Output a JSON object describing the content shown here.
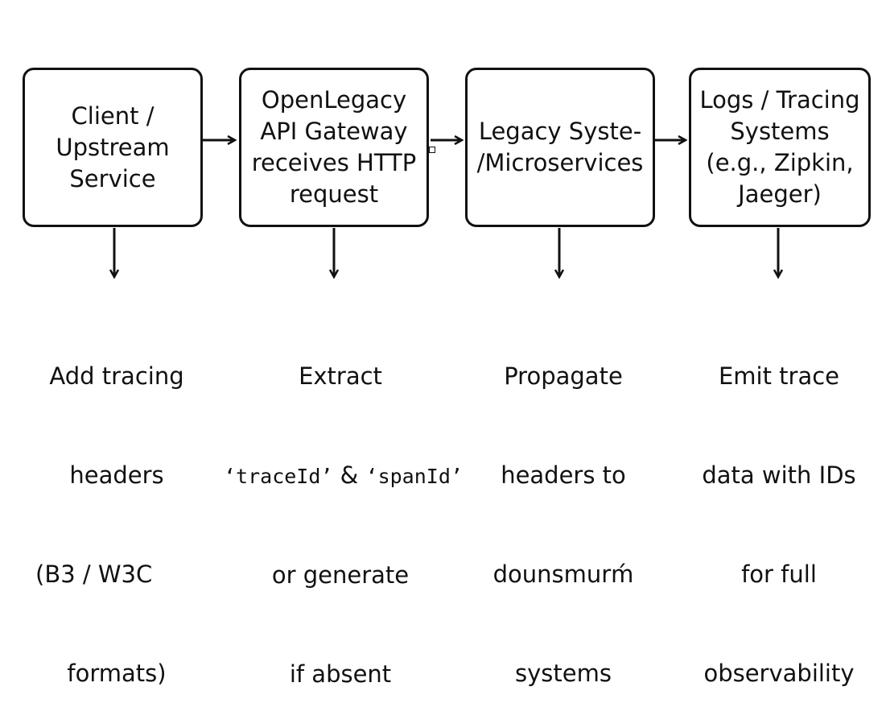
{
  "boxes": [
    {
      "label": "Client /\nUpstream\nService"
    },
    {
      "label": "OpenLegacy\nAPI Gateway\nreceives HTTP\nrequest"
    },
    {
      "label": "Legacy Syste-\n/Microservices"
    },
    {
      "label": "Logs / Tracing\nSystems\n(e.g., Zipkin,\nJaeger)"
    }
  ],
  "notes": [
    {
      "line1": "Add tracing",
      "line2": "headers",
      "line3": "(B3 / W3C",
      "line4": "formats)"
    },
    {
      "line1": "Extract",
      "line2_code_a": "‘traceId’",
      "line2_mid": " & ",
      "line2_code_b": "‘spanId’",
      "line3": "or generate",
      "line4": "if absent"
    },
    {
      "line1": "Propagate",
      "line2": "headers to",
      "line3": "dounsmurḿ",
      "line4": "systems"
    },
    {
      "line1": "Emit trace",
      "line2": "data with IDs",
      "line3": "for full",
      "line4": "observability"
    }
  ]
}
